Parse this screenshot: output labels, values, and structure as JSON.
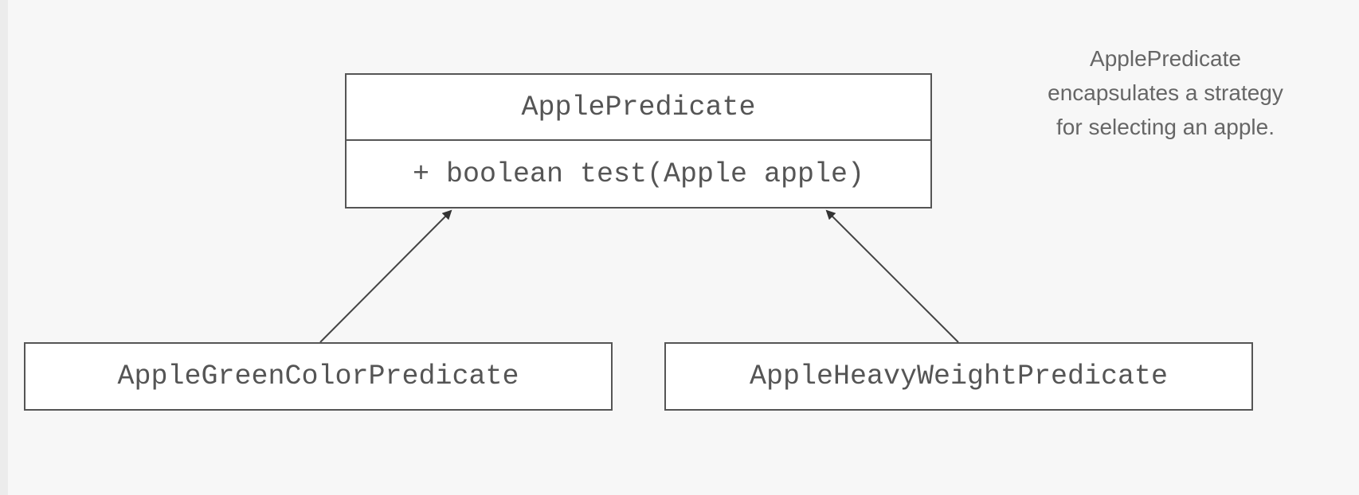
{
  "diagram": {
    "interface": {
      "name": "ApplePredicate",
      "method": "+ boolean test(Apple apple)"
    },
    "implementations": [
      {
        "name": "AppleGreenColorPredicate"
      },
      {
        "name": "AppleHeavyWeightPredicate"
      }
    ],
    "note": {
      "lines": [
        "ApplePredicate",
        "encapsulates a strategy",
        "for selecting an apple."
      ]
    },
    "colors": {
      "stroke": "#555555",
      "text": "#555555",
      "note_text": "#666666",
      "background": "#f7f7f7"
    }
  }
}
